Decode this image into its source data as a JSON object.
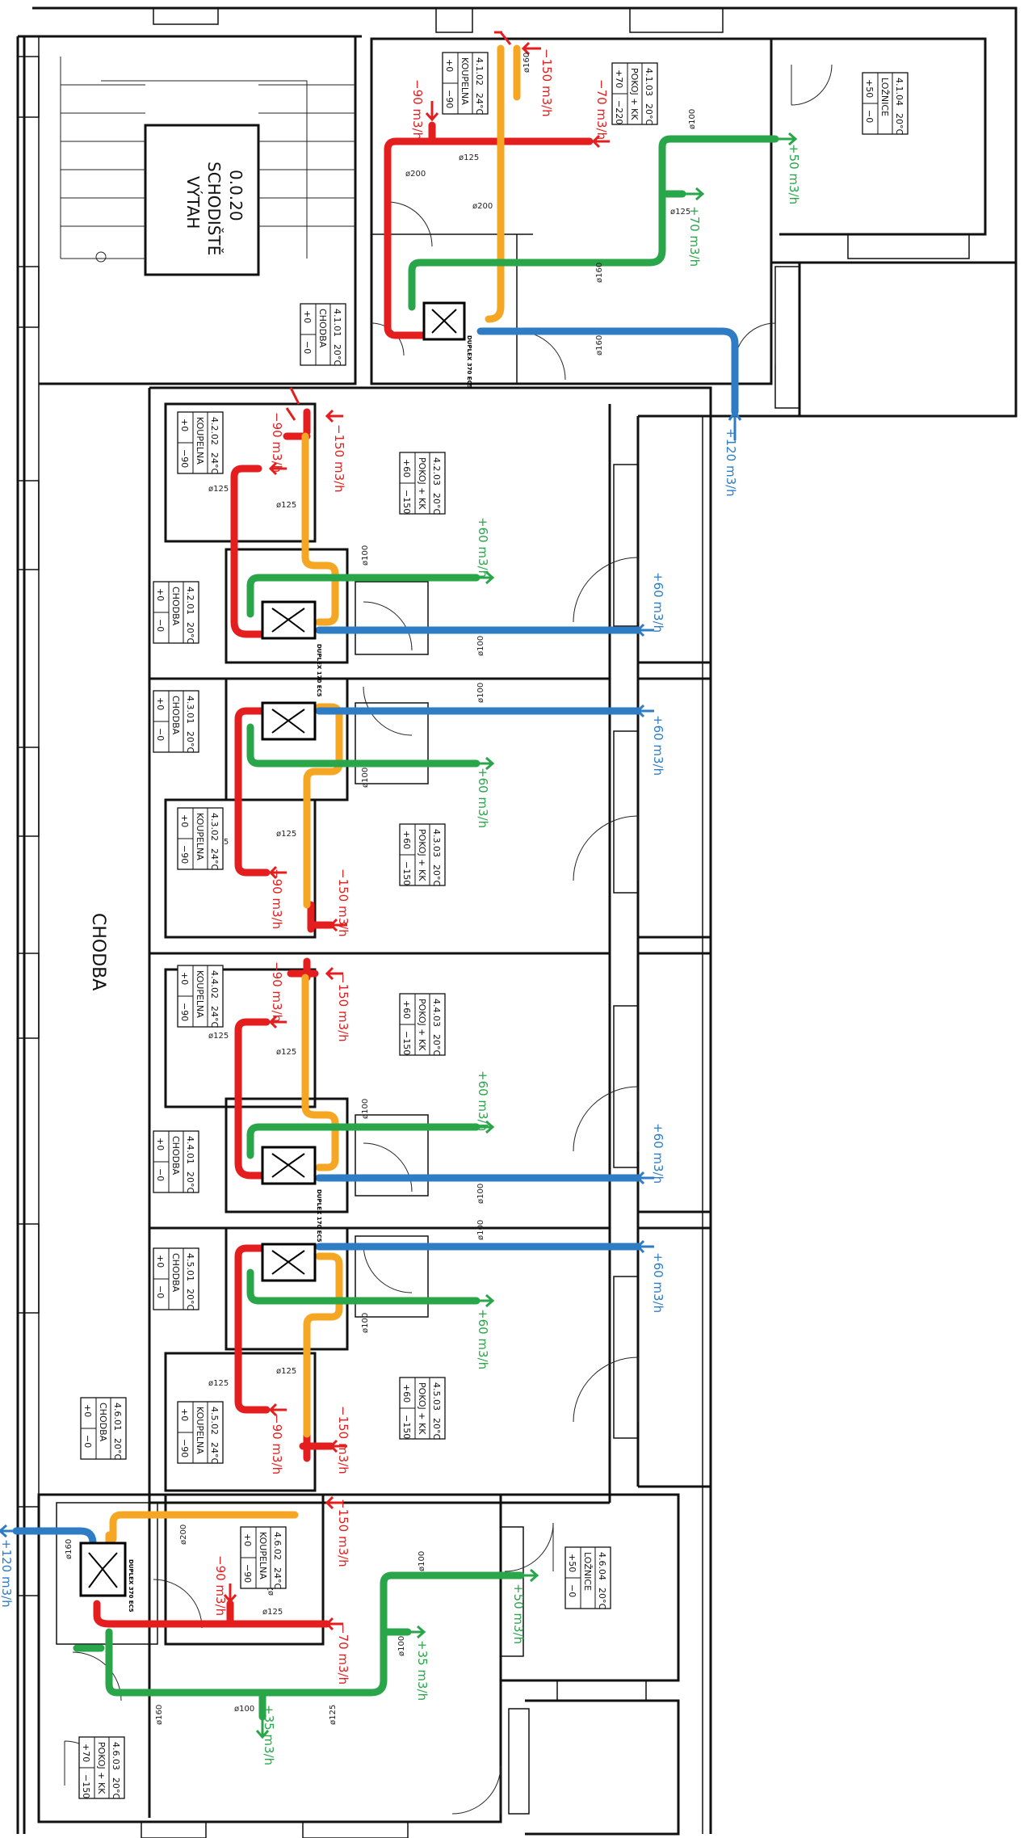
{
  "colors": {
    "supply": "#2aa64a",
    "extract": "#e41e1e",
    "outdoor": "#2e7dc4",
    "exhaust": "#f5a623",
    "wall": "#111111"
  },
  "stair": {
    "number": "0.0.20",
    "line1": "SCHODIŠTĚ",
    "line2": "VÝTAH"
  },
  "corridor_label": "CHODBA",
  "unit_label": "DUPLEX 170 EC5",
  "unit_label_large": "DUPLEX 370 EC5",
  "rooms": [
    {
      "num": "4.1.01",
      "name": "CHODBA",
      "temp": "20°C",
      "sup": "+0",
      "ext": "−0"
    },
    {
      "num": "4.1.02",
      "name": "KOUPELNA",
      "temp": "24°C",
      "sup": "+0",
      "ext": "−90"
    },
    {
      "num": "4.1.03",
      "name": "POKOJ + KK",
      "temp": "20°C",
      "sup": "+70",
      "ext": "−220"
    },
    {
      "num": "4.1.04",
      "name": "LOŽNICE",
      "temp": "20°C",
      "sup": "+50",
      "ext": "−0"
    },
    {
      "num": "4.2.01",
      "name": "CHODBA",
      "temp": "20°C",
      "sup": "+0",
      "ext": "−0"
    },
    {
      "num": "4.2.02",
      "name": "KOUPELNA",
      "temp": "24°C",
      "sup": "+0",
      "ext": "−90"
    },
    {
      "num": "4.2.03",
      "name": "POKOJ + KK",
      "temp": "20°C",
      "sup": "+60",
      "ext": "−150"
    },
    {
      "num": "4.3.01",
      "name": "CHODBA",
      "temp": "20°C",
      "sup": "+0",
      "ext": "−0"
    },
    {
      "num": "4.3.02",
      "name": "KOUPELNA",
      "temp": "24°C",
      "sup": "+0",
      "ext": "−90"
    },
    {
      "num": "4.3.03",
      "name": "POKOJ + KK",
      "temp": "20°C",
      "sup": "+60",
      "ext": "−150"
    },
    {
      "num": "4.4.01",
      "name": "CHODBA",
      "temp": "20°C",
      "sup": "+0",
      "ext": "−0"
    },
    {
      "num": "4.4.02",
      "name": "KOUPELNA",
      "temp": "24°C",
      "sup": "+0",
      "ext": "−90"
    },
    {
      "num": "4.4.03",
      "name": "POKOJ + KK",
      "temp": "20°C",
      "sup": "+60",
      "ext": "−150"
    },
    {
      "num": "4.5.01",
      "name": "CHODBA",
      "temp": "20°C",
      "sup": "+0",
      "ext": "−0"
    },
    {
      "num": "4.5.02",
      "name": "KOUPELNA",
      "temp": "24°C",
      "sup": "+0",
      "ext": "−90"
    },
    {
      "num": "4.5.03",
      "name": "POKOJ + KK",
      "temp": "20°C",
      "sup": "+60",
      "ext": "−150"
    },
    {
      "num": "4.6.01",
      "name": "CHODBA",
      "temp": "20°C",
      "sup": "+0",
      "ext": "−0"
    },
    {
      "num": "4.6.02",
      "name": "KOUPELNA",
      "temp": "24°C",
      "sup": "+0",
      "ext": "−90"
    },
    {
      "num": "4.6.03",
      "name": "POKOJ + KK",
      "temp": "20°C",
      "sup": "+70",
      "ext": "−150"
    },
    {
      "num": "4.6.04",
      "name": "LOŽNICE",
      "temp": "20°C",
      "sup": "+50",
      "ext": "−0"
    }
  ],
  "flows": {
    "m150": "−150 m3/h",
    "m90": "−90 m3/h",
    "m70": "−70 m3/h",
    "p60": "+60 m3/h",
    "p70": "+70 m3/h",
    "p50": "+50 m3/h",
    "p35": "+35 m3/h",
    "p120": "+120 m3/h"
  },
  "diameters": {
    "d100": "ø100",
    "d125": "ø125",
    "d160": "ø160",
    "d200": "ø200"
  }
}
